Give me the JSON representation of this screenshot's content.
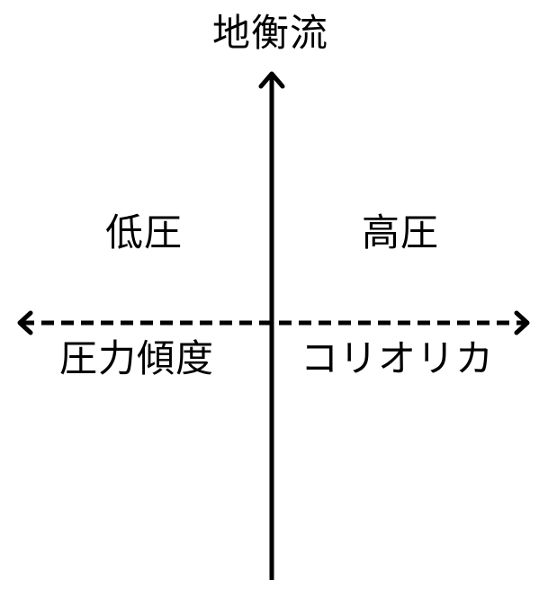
{
  "diagram": {
    "title": "地衡流",
    "quadrants": {
      "top_left": "低圧",
      "top_right": "高圧",
      "bottom_left": "圧力傾度",
      "bottom_right": "コリオリカ"
    },
    "colors": {
      "stroke": "#000000",
      "background": "#ffffff"
    }
  }
}
